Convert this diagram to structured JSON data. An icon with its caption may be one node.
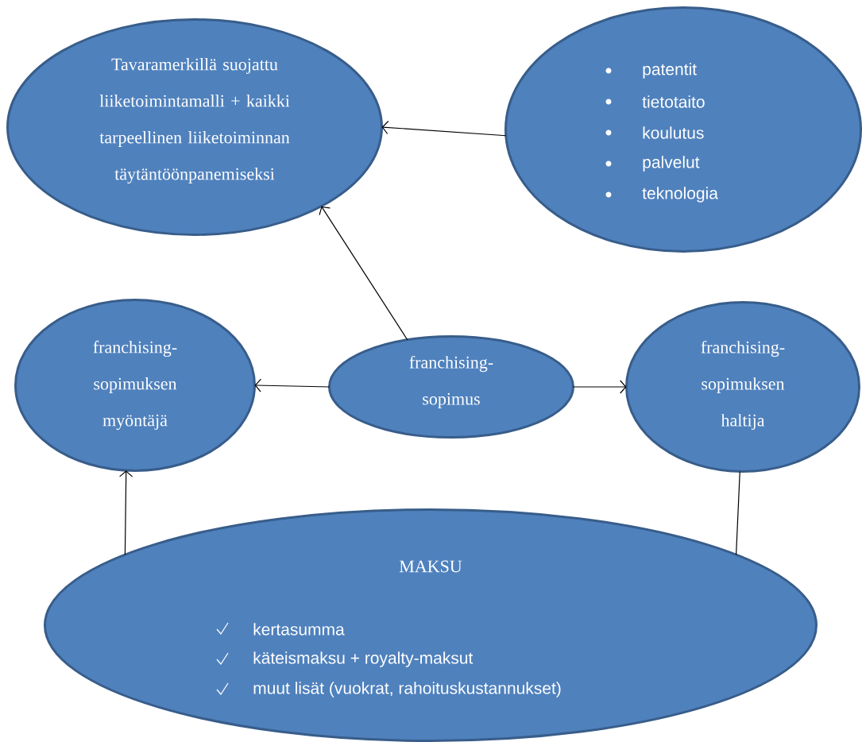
{
  "diagram": {
    "nodes": [
      {
        "text": [
          "Tavaramerkillä suojattu liiketoimintamalli + kaikki tarpeellinen liiketoiminnan täytäntöönpanemiseksi"
        ]
      },
      {
        "text": [
          "patentit",
          "tietotaito",
          "koulutus",
          "palvelut",
          "teknologia"
        ]
      },
      {
        "text": [
          "franchising-sopimuksen myöntäjä"
        ]
      },
      {
        "text": [
          "franchising-sopimus"
        ]
      },
      {
        "text": [
          "franchising-sopimuksen haltija"
        ]
      },
      {
        "text": [
          "MAKSU",
          "kertasumma",
          "käteismaksu + royalty-maksut",
          "muut lisät (vuokrat, rahoituskustannukset)"
        ]
      }
    ],
    "edges": [
      {
        "from": 1,
        "to": 0,
        "arrow": "to"
      },
      {
        "from": 3,
        "to": 0,
        "arrow": "to"
      },
      {
        "from": 3,
        "to": 2,
        "arrow": "to"
      },
      {
        "from": 3,
        "to": 4,
        "arrow": "to"
      },
      {
        "from": 5,
        "to": 2,
        "arrow": "to"
      },
      {
        "from": 4,
        "to": 5,
        "arrow": "none"
      }
    ]
  }
}
